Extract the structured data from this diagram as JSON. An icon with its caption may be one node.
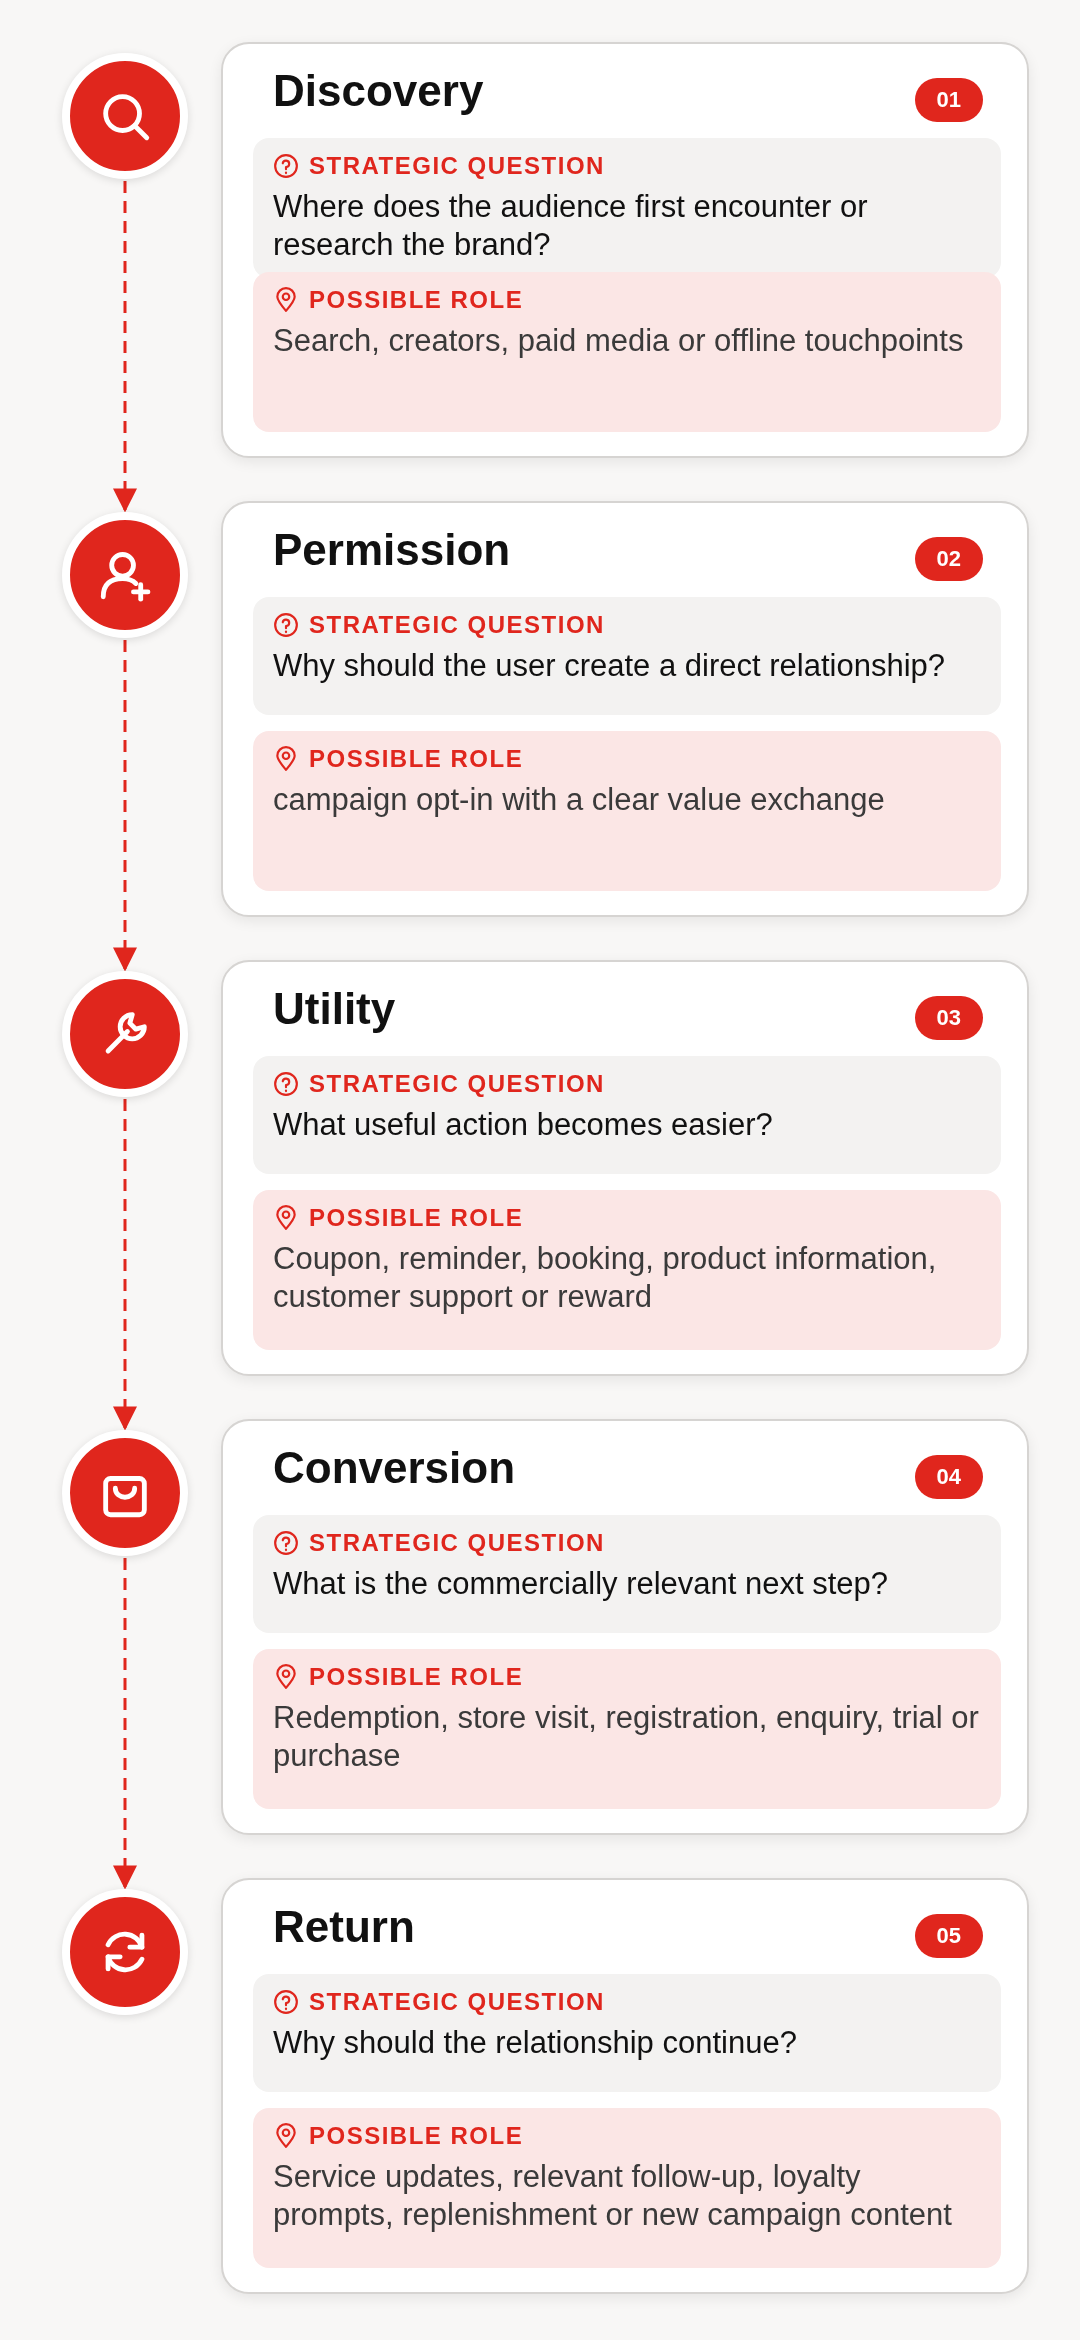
{
  "diagram": {
    "nodes": [
      {
        "text": [],
        "shape": "circle"
      },
      {
        "text": [
          "Discovery",
          "01"
        ]
      },
      {
        "text": [
          "STRATEGIC QUESTION",
          "Where does the audience first encounter or research the brand?"
        ],
        "in": 1
      },
      {
        "text": [
          "POSSIBLE ROLE",
          "Search, creators, paid media or offline touchpoints"
        ],
        "in": 1
      },
      {
        "text": [],
        "shape": "circle"
      },
      {
        "text": [
          "Permission",
          "02"
        ]
      },
      {
        "text": [
          "STRATEGIC QUESTION",
          "Why should the user create a direct relationship?"
        ],
        "in": 5
      },
      {
        "text": [
          "POSSIBLE ROLE",
          "campaign opt-in with a clear value exchange"
        ],
        "in": 5
      },
      {
        "text": [],
        "shape": "circle"
      },
      {
        "text": [
          "Utility",
          "03"
        ]
      },
      {
        "text": [
          "STRATEGIC QUESTION",
          "What useful action becomes easier?"
        ],
        "in": 9
      },
      {
        "text": [
          "POSSIBLE ROLE",
          "Coupon, reminder, booking, product information, customer support or reward"
        ],
        "in": 9
      },
      {
        "text": [],
        "shape": "circle"
      },
      {
        "text": [
          "Conversion",
          "04"
        ]
      },
      {
        "text": [
          "STRATEGIC QUESTION",
          "What is the commercially relevant next step?"
        ],
        "in": 13
      },
      {
        "text": [
          "POSSIBLE ROLE",
          "Redemption, store visit, registration, enquiry, trial or purchase"
        ],
        "in": 13
      },
      {
        "text": [],
        "shape": "circle"
      },
      {
        "text": [
          "Return",
          "05"
        ]
      },
      {
        "text": [
          "STRATEGIC QUESTION",
          "Why should the relationship continue?"
        ],
        "in": 17
      },
      {
        "text": [
          "POSSIBLE ROLE",
          "Service updates, relevant follow-up, loyalty prompts, replenishment or new campaign content"
        ],
        "in": 17
      }
    ],
    "edges": [
      {
        "from": 0,
        "to": 4,
        "arrow": "to",
        "style": "dashed"
      },
      {
        "from": 4,
        "to": 8,
        "arrow": "to",
        "style": "dashed"
      },
      {
        "from": 8,
        "to": 12,
        "arrow": "to",
        "style": "dashed"
      },
      {
        "from": 12,
        "to": 16,
        "arrow": "to",
        "style": "dashed"
      }
    ]
  }
}
